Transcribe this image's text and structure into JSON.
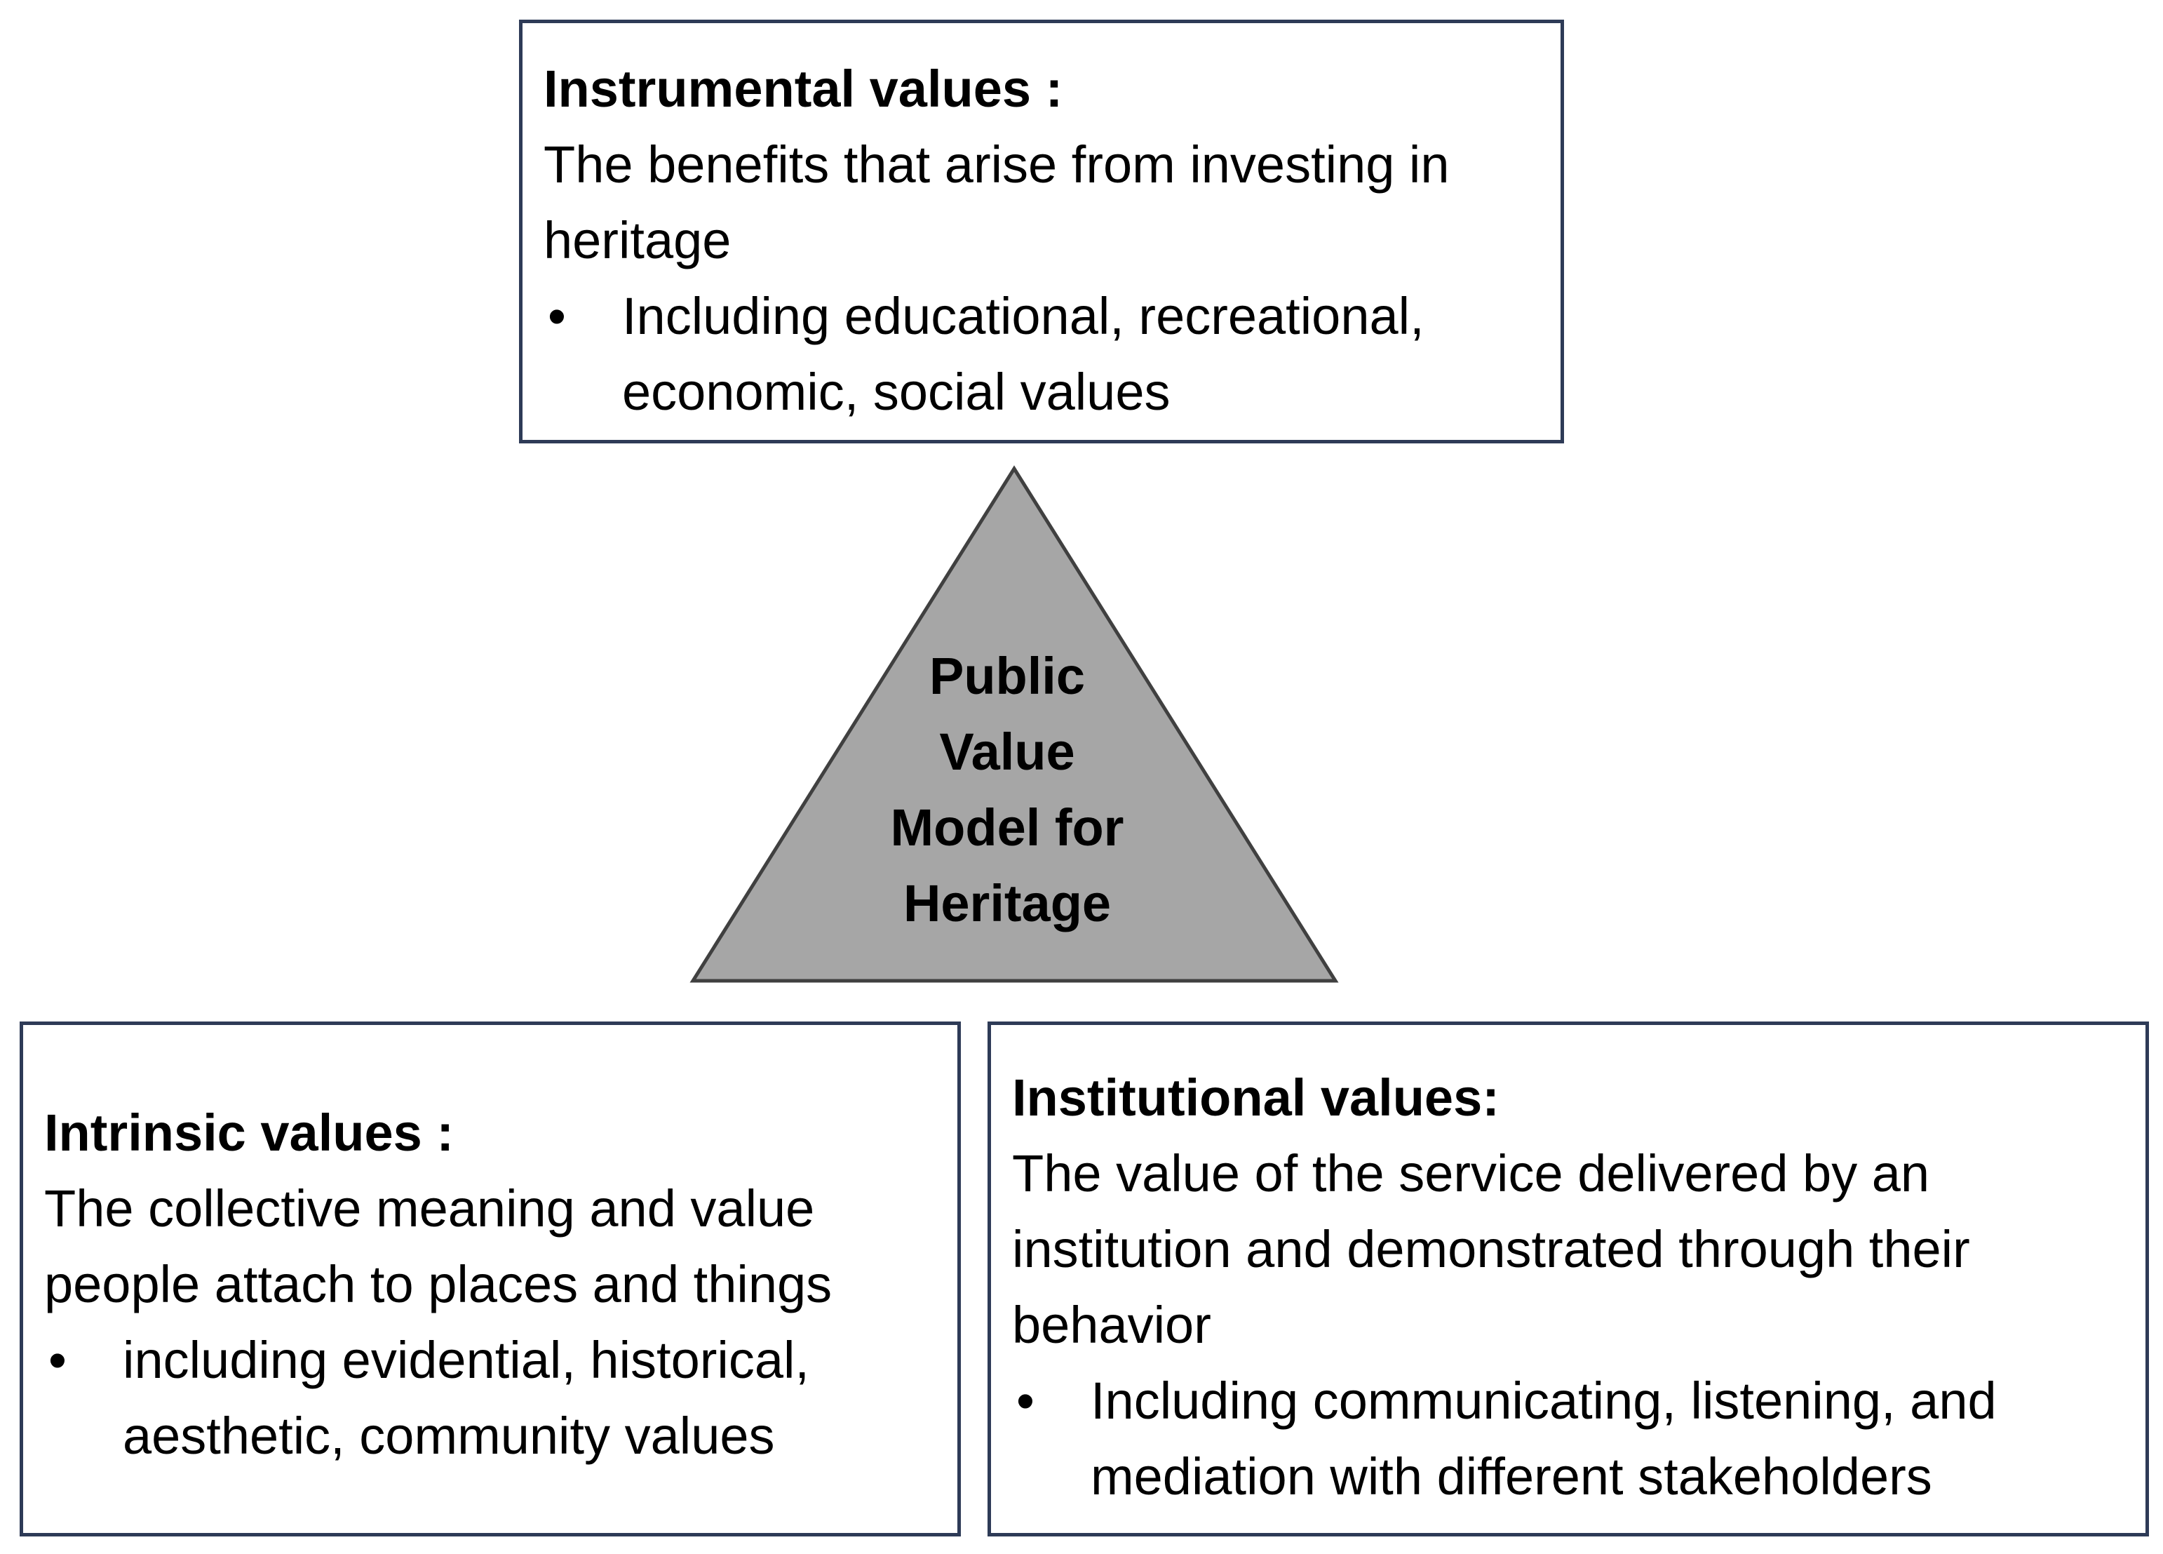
{
  "diagram": {
    "center": {
      "lines": [
        "Public",
        "Value",
        "Model for",
        "Heritage"
      ],
      "fill_color": "#a6a6a6",
      "stroke_color": "#404040"
    },
    "instrumental": {
      "title": "Instrumental values :",
      "description": "The benefits that arise from investing in heritage",
      "bullets": [
        "Including educational, recreational, economic, social values"
      ]
    },
    "intrinsic": {
      "title": "Intrinsic values :",
      "description": "The collective meaning and value people attach to places and things",
      "bullets": [
        "including evidential, historical, aesthetic, community values"
      ]
    },
    "institutional": {
      "title": "Institutional values:",
      "description": "The value of the service delivered by an institution and demonstrated through their behavior",
      "bullets": [
        "Including communicating, listening, and mediation with different stakeholders"
      ]
    },
    "box_border_color": "#2e3b57",
    "bullet_glyph": "•"
  }
}
